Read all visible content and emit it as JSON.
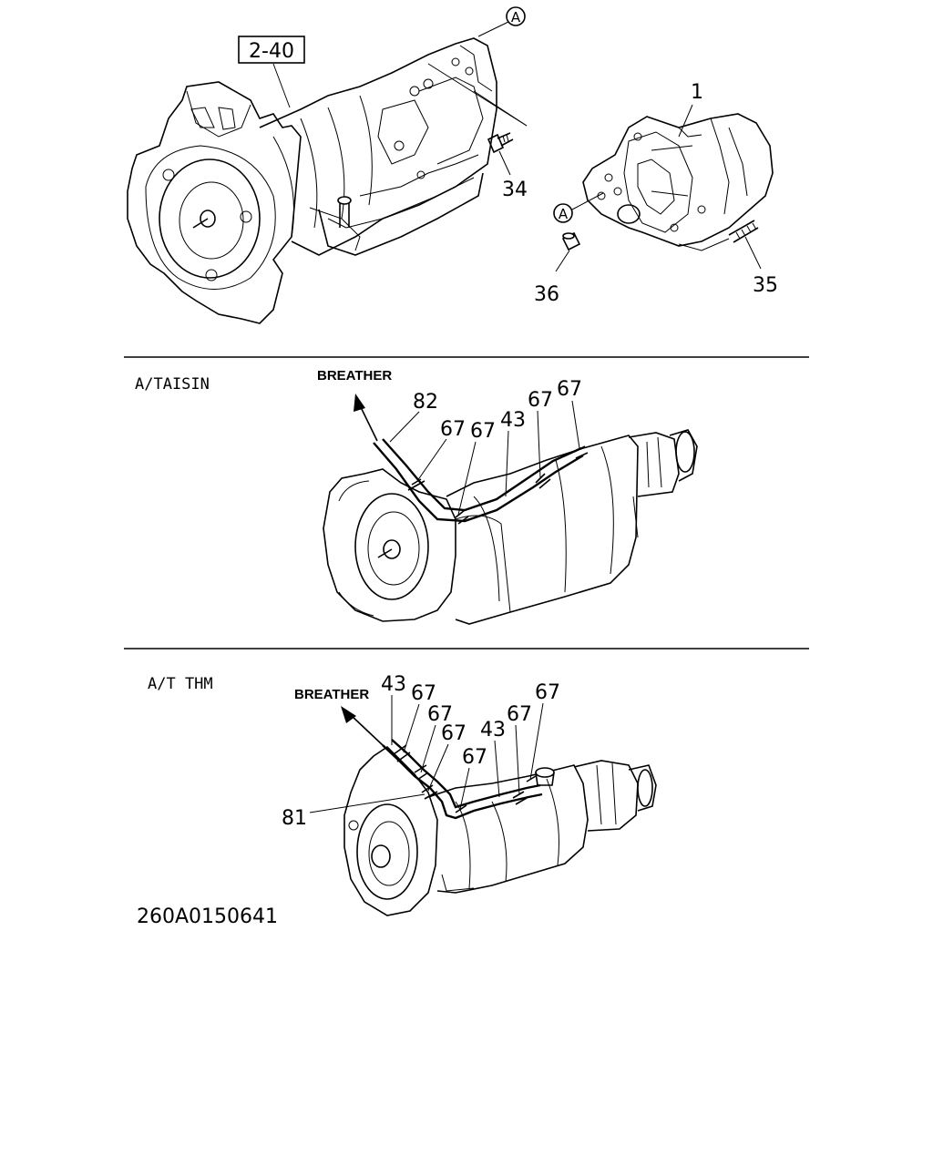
{
  "labels": {
    "ref_box": "2-40",
    "ref_a": "A",
    "part_1": "1",
    "part_34": "34",
    "part_35": "35",
    "part_36": "36",
    "part_82": "82",
    "part_43": "43",
    "part_67": "67",
    "part_81": "81"
  },
  "sections": {
    "taisin_heading": "A/TAISIN",
    "thm_heading": "A/T THM",
    "breather": "BREATHER"
  },
  "drawing_code": "260A0150641"
}
